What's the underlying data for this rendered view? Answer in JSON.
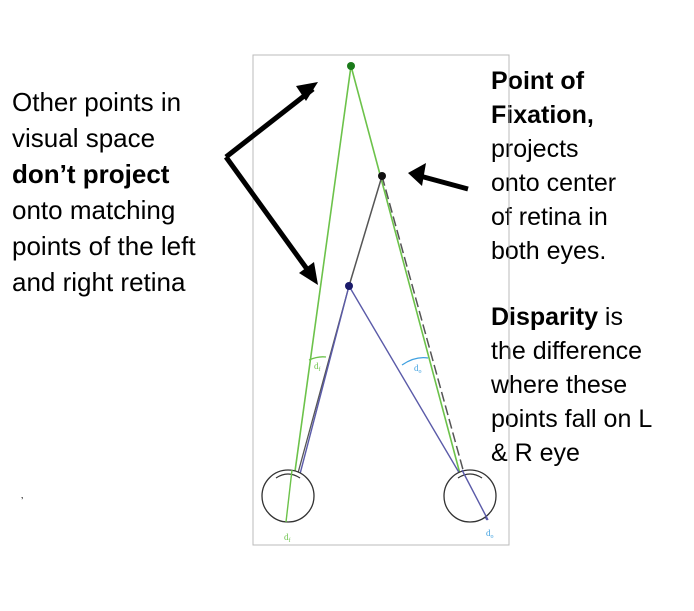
{
  "left_annotation": {
    "line1": "Other points in",
    "line2": "visual space",
    "line3_bold": "don’t project",
    "line4": "onto matching",
    "line5": "points of the left",
    "line6": "and right retina"
  },
  "fixation_annotation": {
    "title_line1": "Point of",
    "title_line2": "Fixation,",
    "line1": "projects",
    "line2": "onto center",
    "line3": "of retina in",
    "line4": "both eyes."
  },
  "disparity_annotation": {
    "title": "Disparity",
    "line1_rest": " is",
    "line2": "the difference",
    "line3": "where these",
    "line4": "points fall on L",
    "line5": "& R eye"
  },
  "diagram_labels": {
    "left_angle": "d",
    "left_angle_sub": "f",
    "right_angle": "d",
    "right_angle_sub": "o",
    "left_bottom": "d",
    "left_bottom_sub": "f",
    "right_bottom": "d",
    "right_bottom_sub": "o"
  },
  "stray_mark": "‚",
  "colors": {
    "green_line": "#6cc24a",
    "blue_line": "#5a5aa8",
    "gray_line": "#555555",
    "light_blue": "#3ea0e0",
    "dark_green_point": "#1a7a1a",
    "navy_point": "#1a1a6a",
    "frame": "#bbbbbb"
  }
}
